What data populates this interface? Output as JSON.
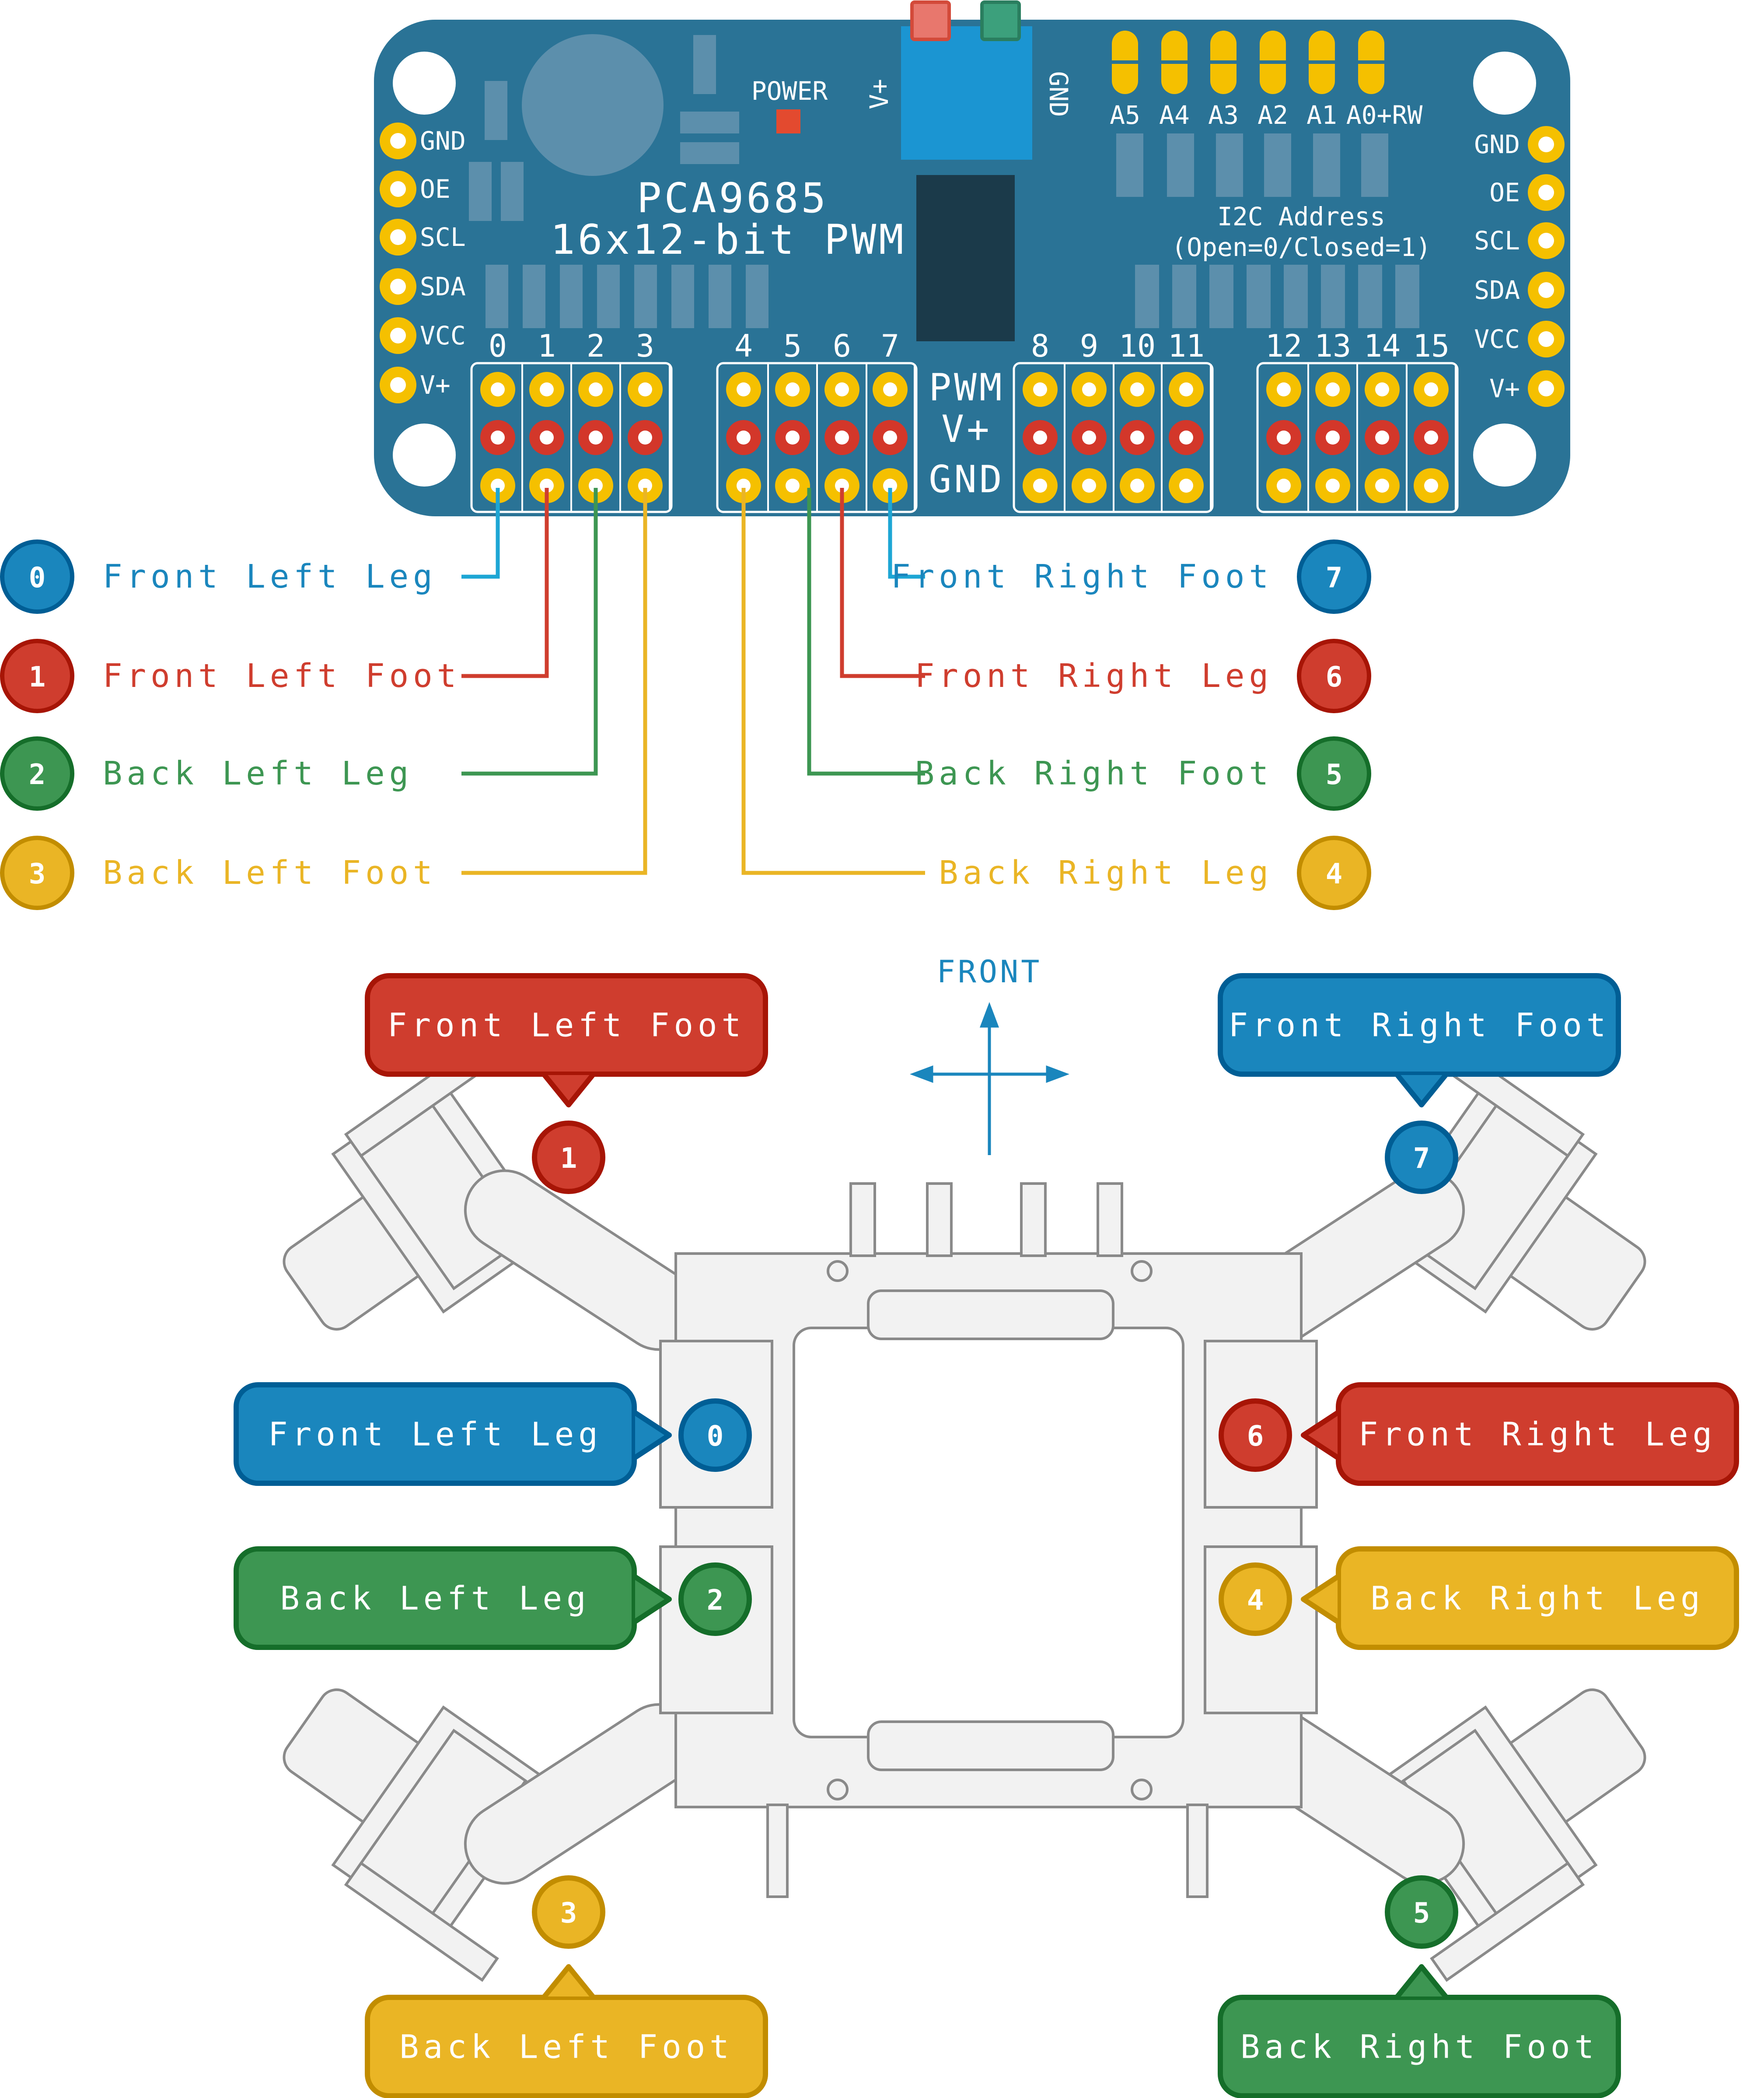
{
  "board": {
    "name": "PCA9685",
    "subtitle": "16x12-bit PWM",
    "power_label": "POWER",
    "terminal_vplus": "V+",
    "terminal_gnd": "GND",
    "left_pins": [
      "GND",
      "OE",
      "SCL",
      "SDA",
      "VCC",
      "V+"
    ],
    "right_pins": [
      "GND",
      "OE",
      "SCL",
      "SDA",
      "VCC",
      "V+"
    ],
    "address_pins": [
      "A5",
      "A4",
      "A3",
      "A2",
      "A1",
      "A0+RW"
    ],
    "address_title": "I2C Address",
    "address_note": "(Open=0/Closed=1)",
    "channel_numbers": [
      "0",
      "1",
      "2",
      "3",
      "4",
      "5",
      "6",
      "7",
      "8",
      "9",
      "10",
      "11",
      "12",
      "13",
      "14",
      "15"
    ],
    "row_labels": [
      "PWM",
      "V+",
      "GND"
    ]
  },
  "colors": {
    "board": "#2a7396",
    "pad": "#f5c000",
    "pad_red": "#d3372a",
    "blue": "#1a86bd",
    "red": "#cf3d2e",
    "green": "#3d9652",
    "yellow": "#eab525"
  },
  "legend_left": [
    {
      "num": "0",
      "label": "Front Left Leg",
      "color": "blue"
    },
    {
      "num": "1",
      "label": "Front Left Foot",
      "color": "red"
    },
    {
      "num": "2",
      "label": "Back Left Leg",
      "color": "green"
    },
    {
      "num": "3",
      "label": "Back Left Foot",
      "color": "yellow"
    }
  ],
  "legend_right": [
    {
      "num": "7",
      "label": "Front Right Foot",
      "color": "blue"
    },
    {
      "num": "6",
      "label": "Front Right Leg",
      "color": "red"
    },
    {
      "num": "5",
      "label": "Back Right Foot",
      "color": "green"
    },
    {
      "num": "4",
      "label": "Back Right Leg",
      "color": "yellow"
    }
  ],
  "robot": {
    "front_label": "FRONT",
    "callouts": {
      "front_left_foot": {
        "label": "Front Left Foot",
        "num": "1"
      },
      "front_right_foot": {
        "label": "Front Right Foot",
        "num": "7"
      },
      "front_left_leg": {
        "label": "Front Left Leg",
        "num": "0"
      },
      "front_right_leg": {
        "label": "Front Right Leg",
        "num": "6"
      },
      "back_left_leg": {
        "label": "Back Left Leg",
        "num": "2"
      },
      "back_right_leg": {
        "label": "Back Right Leg",
        "num": "4"
      },
      "back_left_foot": {
        "label": "Back Left Foot",
        "num": "3"
      },
      "back_right_foot": {
        "label": "Back Right Foot",
        "num": "5"
      }
    }
  }
}
